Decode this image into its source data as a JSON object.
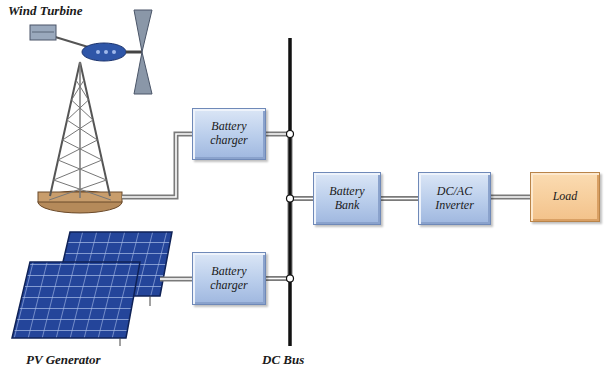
{
  "diagram": {
    "nodes": [
      {
        "text": [
          "Battery charger"
        ]
      },
      {
        "text": [
          "Battery charger"
        ]
      },
      {
        "text": [
          "Battery Bank"
        ]
      },
      {
        "text": [
          "DC/AC Inverter"
        ]
      },
      {
        "text": [
          "Load"
        ]
      }
    ],
    "edges": [
      {
        "from": 0,
        "to": 2,
        "arrow": "none"
      },
      {
        "from": 1,
        "to": 2,
        "arrow": "none"
      },
      {
        "from": 2,
        "to": 3,
        "arrow": "none"
      },
      {
        "from": 3,
        "to": 4,
        "arrow": "none"
      }
    ],
    "labels": [
      "Wind Turbine",
      "PV Generator",
      "DC Bus"
    ]
  }
}
